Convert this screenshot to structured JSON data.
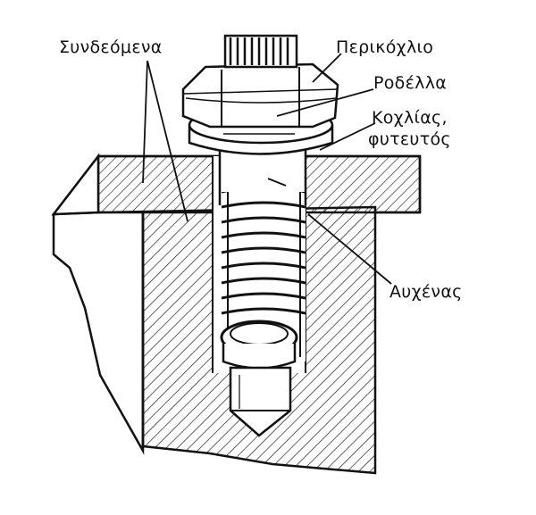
{
  "labels": {
    "connected_parts": "Συνδεόμενα",
    "nut": "Περικόχλιο",
    "washer": "Ροδέλλα",
    "stud_line1": "Κοχλίας,",
    "stud_line2": "φυτευτός",
    "shank": "Αυχένας"
  },
  "colors": {
    "ink": "#111111",
    "paper": "#ffffff"
  }
}
